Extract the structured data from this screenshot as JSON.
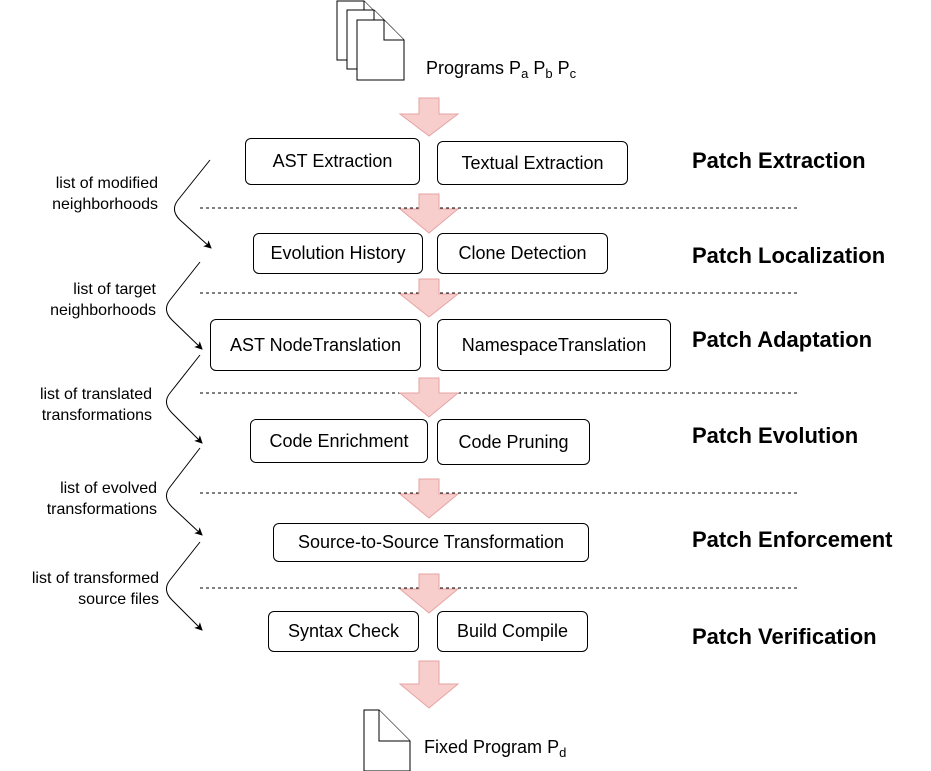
{
  "input": {
    "label": "Programs",
    "programs": [
      {
        "base": "P",
        "sub": "a"
      },
      {
        "base": "P",
        "sub": "b"
      },
      {
        "base": "P",
        "sub": "c"
      }
    ]
  },
  "output": {
    "label": "Fixed Program",
    "base": "P",
    "sub": "d"
  },
  "stages": [
    {
      "name": "Patch Extraction",
      "boxes": [
        "AST Extraction",
        "Textual Extraction"
      ]
    },
    {
      "name": "Patch Localization",
      "boxes": [
        "Evolution History",
        "Clone Detection"
      ]
    },
    {
      "name": "Patch Adaptation",
      "boxes": [
        "AST NodeTranslation",
        "NamespaceTranslation"
      ]
    },
    {
      "name": "Patch Evolution",
      "boxes": [
        "Code Enrichment",
        "Code Pruning"
      ]
    },
    {
      "name": "Patch Enforcement",
      "boxes": [
        "Source-to-Source Transformation"
      ]
    },
    {
      "name": "Patch Verification",
      "boxes": [
        "Syntax Check",
        "Build Compile"
      ]
    }
  ],
  "side_labels": [
    [
      "list of modified",
      "neighborhoods"
    ],
    [
      "list of target",
      "neighborhoods"
    ],
    [
      "list of translated",
      "transformations"
    ],
    [
      "list of evolved",
      "transformations"
    ],
    [
      "list of transformed",
      "source files"
    ]
  ],
  "colors": {
    "arrow_fill": "#f8cecc",
    "arrow_stroke": "#e6a3a3",
    "line": "#000000"
  },
  "icons": {
    "document": "document-icon",
    "documents": "stacked-documents-icon"
  }
}
